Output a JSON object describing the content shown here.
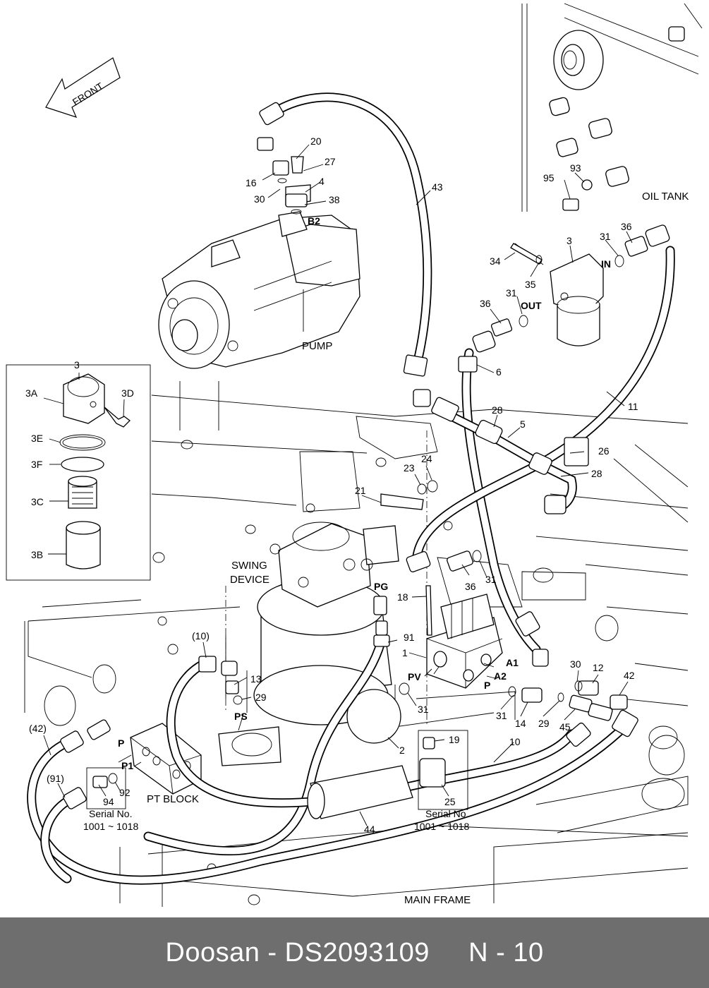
{
  "diagram": {
    "front_label": "FRONT",
    "captions": {
      "pump": "PUMP",
      "oil_tank": "OIL TANK",
      "swing_device_line1": "SWING",
      "swing_device_line2": "DEVICE",
      "pt_block": "PT BLOCK",
      "main_frame": "MAIN FRAME",
      "serial_left_line1": "Serial No.",
      "serial_left_line2": "1001 ~ 1018",
      "serial_right_line1": "Serial No.",
      "serial_right_line2": "1001 ~ 1018"
    },
    "ports": {
      "b2": "B2",
      "in": "IN",
      "out": "OUT",
      "pg": "PG",
      "pv": "PV",
      "a1": "A1",
      "a2": "A2",
      "p_valve": "P",
      "ps": "PS",
      "p_block": "P",
      "p1_block": "P1"
    },
    "inset_labels": {
      "title": "3",
      "l3a": "3A",
      "l3d": "3D",
      "l3e": "3E",
      "l3f": "3F",
      "l3c": "3C",
      "l3b": "3B"
    },
    "callouts": {
      "c20": "20",
      "c27": "27",
      "c16": "16",
      "c4": "4",
      "c30a": "30",
      "c38": "38",
      "c43": "43",
      "c95": "95",
      "c93": "93",
      "c34": "34",
      "c3": "3",
      "c31a": "31",
      "c36a": "36",
      "c35": "35",
      "c31b": "31",
      "c36b": "36",
      "c6": "6",
      "c11": "11",
      "c28a": "28",
      "c5": "5",
      "c26": "26",
      "c28b": "28",
      "c23": "23",
      "c24": "24",
      "c21": "21",
      "c36c": "36",
      "c31c": "31",
      "c18": "18",
      "c91a": "91",
      "c1": "1",
      "c10a": "(10)",
      "c13": "13",
      "c29a": "29",
      "c31d": "31",
      "c30b": "30",
      "c12": "12",
      "c42a": "42",
      "c31e": "31",
      "c14": "14",
      "c29b": "29",
      "c45": "45",
      "c42b": "(42)",
      "c91b": "(91)",
      "c94": "94",
      "c92": "92",
      "c2": "2",
      "c19": "19",
      "c10b": "10",
      "c25": "25",
      "c44": "44"
    }
  },
  "footer": {
    "text": "Doosan - DS2093109     N - 10"
  }
}
